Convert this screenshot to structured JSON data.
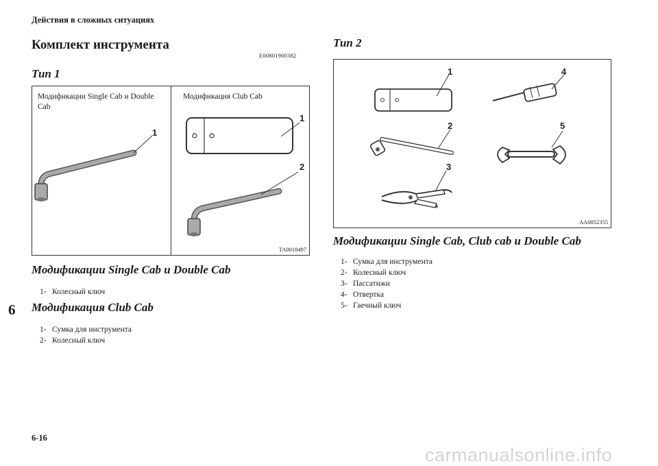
{
  "running_head": "Действия в сложных ситуациях",
  "section_title": "Комплект инструмента",
  "section_code": "E00801900382",
  "type1": {
    "heading": "Тип 1",
    "left_label": "Модификации Single Cab и Double Cab",
    "right_label": "Модификация Club Cab",
    "callouts": [
      "1",
      "1",
      "2"
    ],
    "figure_code": "TA0018497"
  },
  "sub1": {
    "heading": "Модификации Single Cab и Double Cab",
    "items": [
      {
        "num": "1-",
        "text": "Колесный ключ"
      }
    ]
  },
  "sub2": {
    "heading": "Модификация Club Cab",
    "items": [
      {
        "num": "1-",
        "text": "Сумка для инструмента"
      },
      {
        "num": "2-",
        "text": "Колесный ключ"
      }
    ]
  },
  "type2": {
    "heading": "Тип 2",
    "callouts": [
      "1",
      "2",
      "3",
      "4",
      "5"
    ],
    "figure_code": "AA0052355",
    "subheading": "Модификации Single Cab, Club cab и Double Cab",
    "items": [
      {
        "num": "1-",
        "text": "Сумка для инструмента"
      },
      {
        "num": "2-",
        "text": "Колесный ключ"
      },
      {
        "num": "3-",
        "text": "Пассатижи"
      },
      {
        "num": "4-",
        "text": "Отвертка"
      },
      {
        "num": "5-",
        "text": "Гаечный ключ"
      }
    ]
  },
  "chapter_number": "6",
  "page_number": "6-16",
  "watermark": "carmanualsonline.info"
}
